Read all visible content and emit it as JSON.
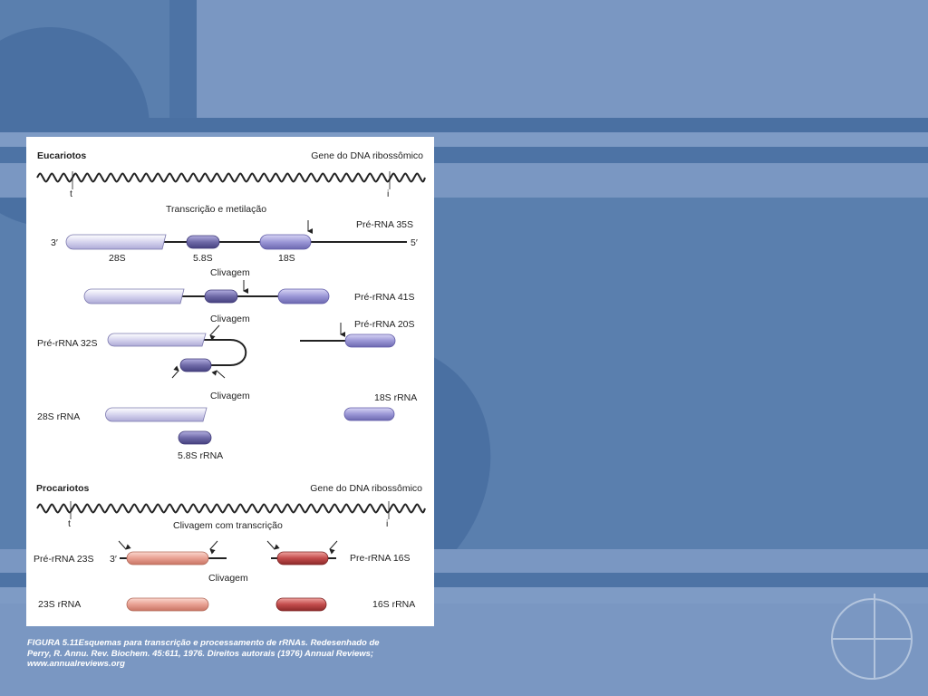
{
  "colors": {
    "background": "#5a7fae",
    "eukaryote_28S": "#d6d4ee",
    "eukaryote_58S": "#6f6aa8",
    "eukaryote_18S": "#9b97d6",
    "prokaryote_23S": "#e8a092",
    "prokaryote_16S": "#c34c4c"
  },
  "eukaryotes": {
    "title": "Eucariotos",
    "gene_label": "Gene do DNA ribossômico",
    "t_label": "t",
    "i_label": "i",
    "step_transcription": "Transcrição e metilação",
    "pre_35s": "Pré-RNA 35S",
    "end_3": "3′",
    "end_5": "5′",
    "seg_28s": "28S",
    "seg_58s": "5.8S",
    "seg_18s": "18S",
    "cleavage_1": "Clivagem",
    "pre_41s": "Pré-rRNA 41S",
    "cleavage_2": "Clivagem",
    "pre_20s": "Pré-rRNA 20S",
    "pre_32s": "Pré-rRNA 32S",
    "cleavage_3": "Clivagem",
    "rrna_18s": "18S rRNA",
    "rrna_28s": "28S rRNA",
    "rrna_58s": "5.8S rRNA"
  },
  "prokaryotes": {
    "title": "Procariotos",
    "gene_label": "Gene do DNA ribossômico",
    "t_label": "t",
    "i_label": "i",
    "step_cleavage_transcription": "Clivagem com transcrição",
    "pre_23s": "Pré-rRNA 23S",
    "end_3": "3′",
    "pre_16s": "Pre-rRNA 16S",
    "cleavage": "Clivagem",
    "rrna_23s": "23S rRNA",
    "rrna_16s": "16S rRNA"
  },
  "caption": {
    "line1": "FIGURA 5.11Esquemas para transcrição e processamento de rRNAs. Redesenhado de",
    "line2": "Perry, R. Annu. Rev. Biochem. 45:611, 1976. Direitos autorais (1976) Annual Reviews;",
    "line3": "www.annualreviews.org"
  }
}
